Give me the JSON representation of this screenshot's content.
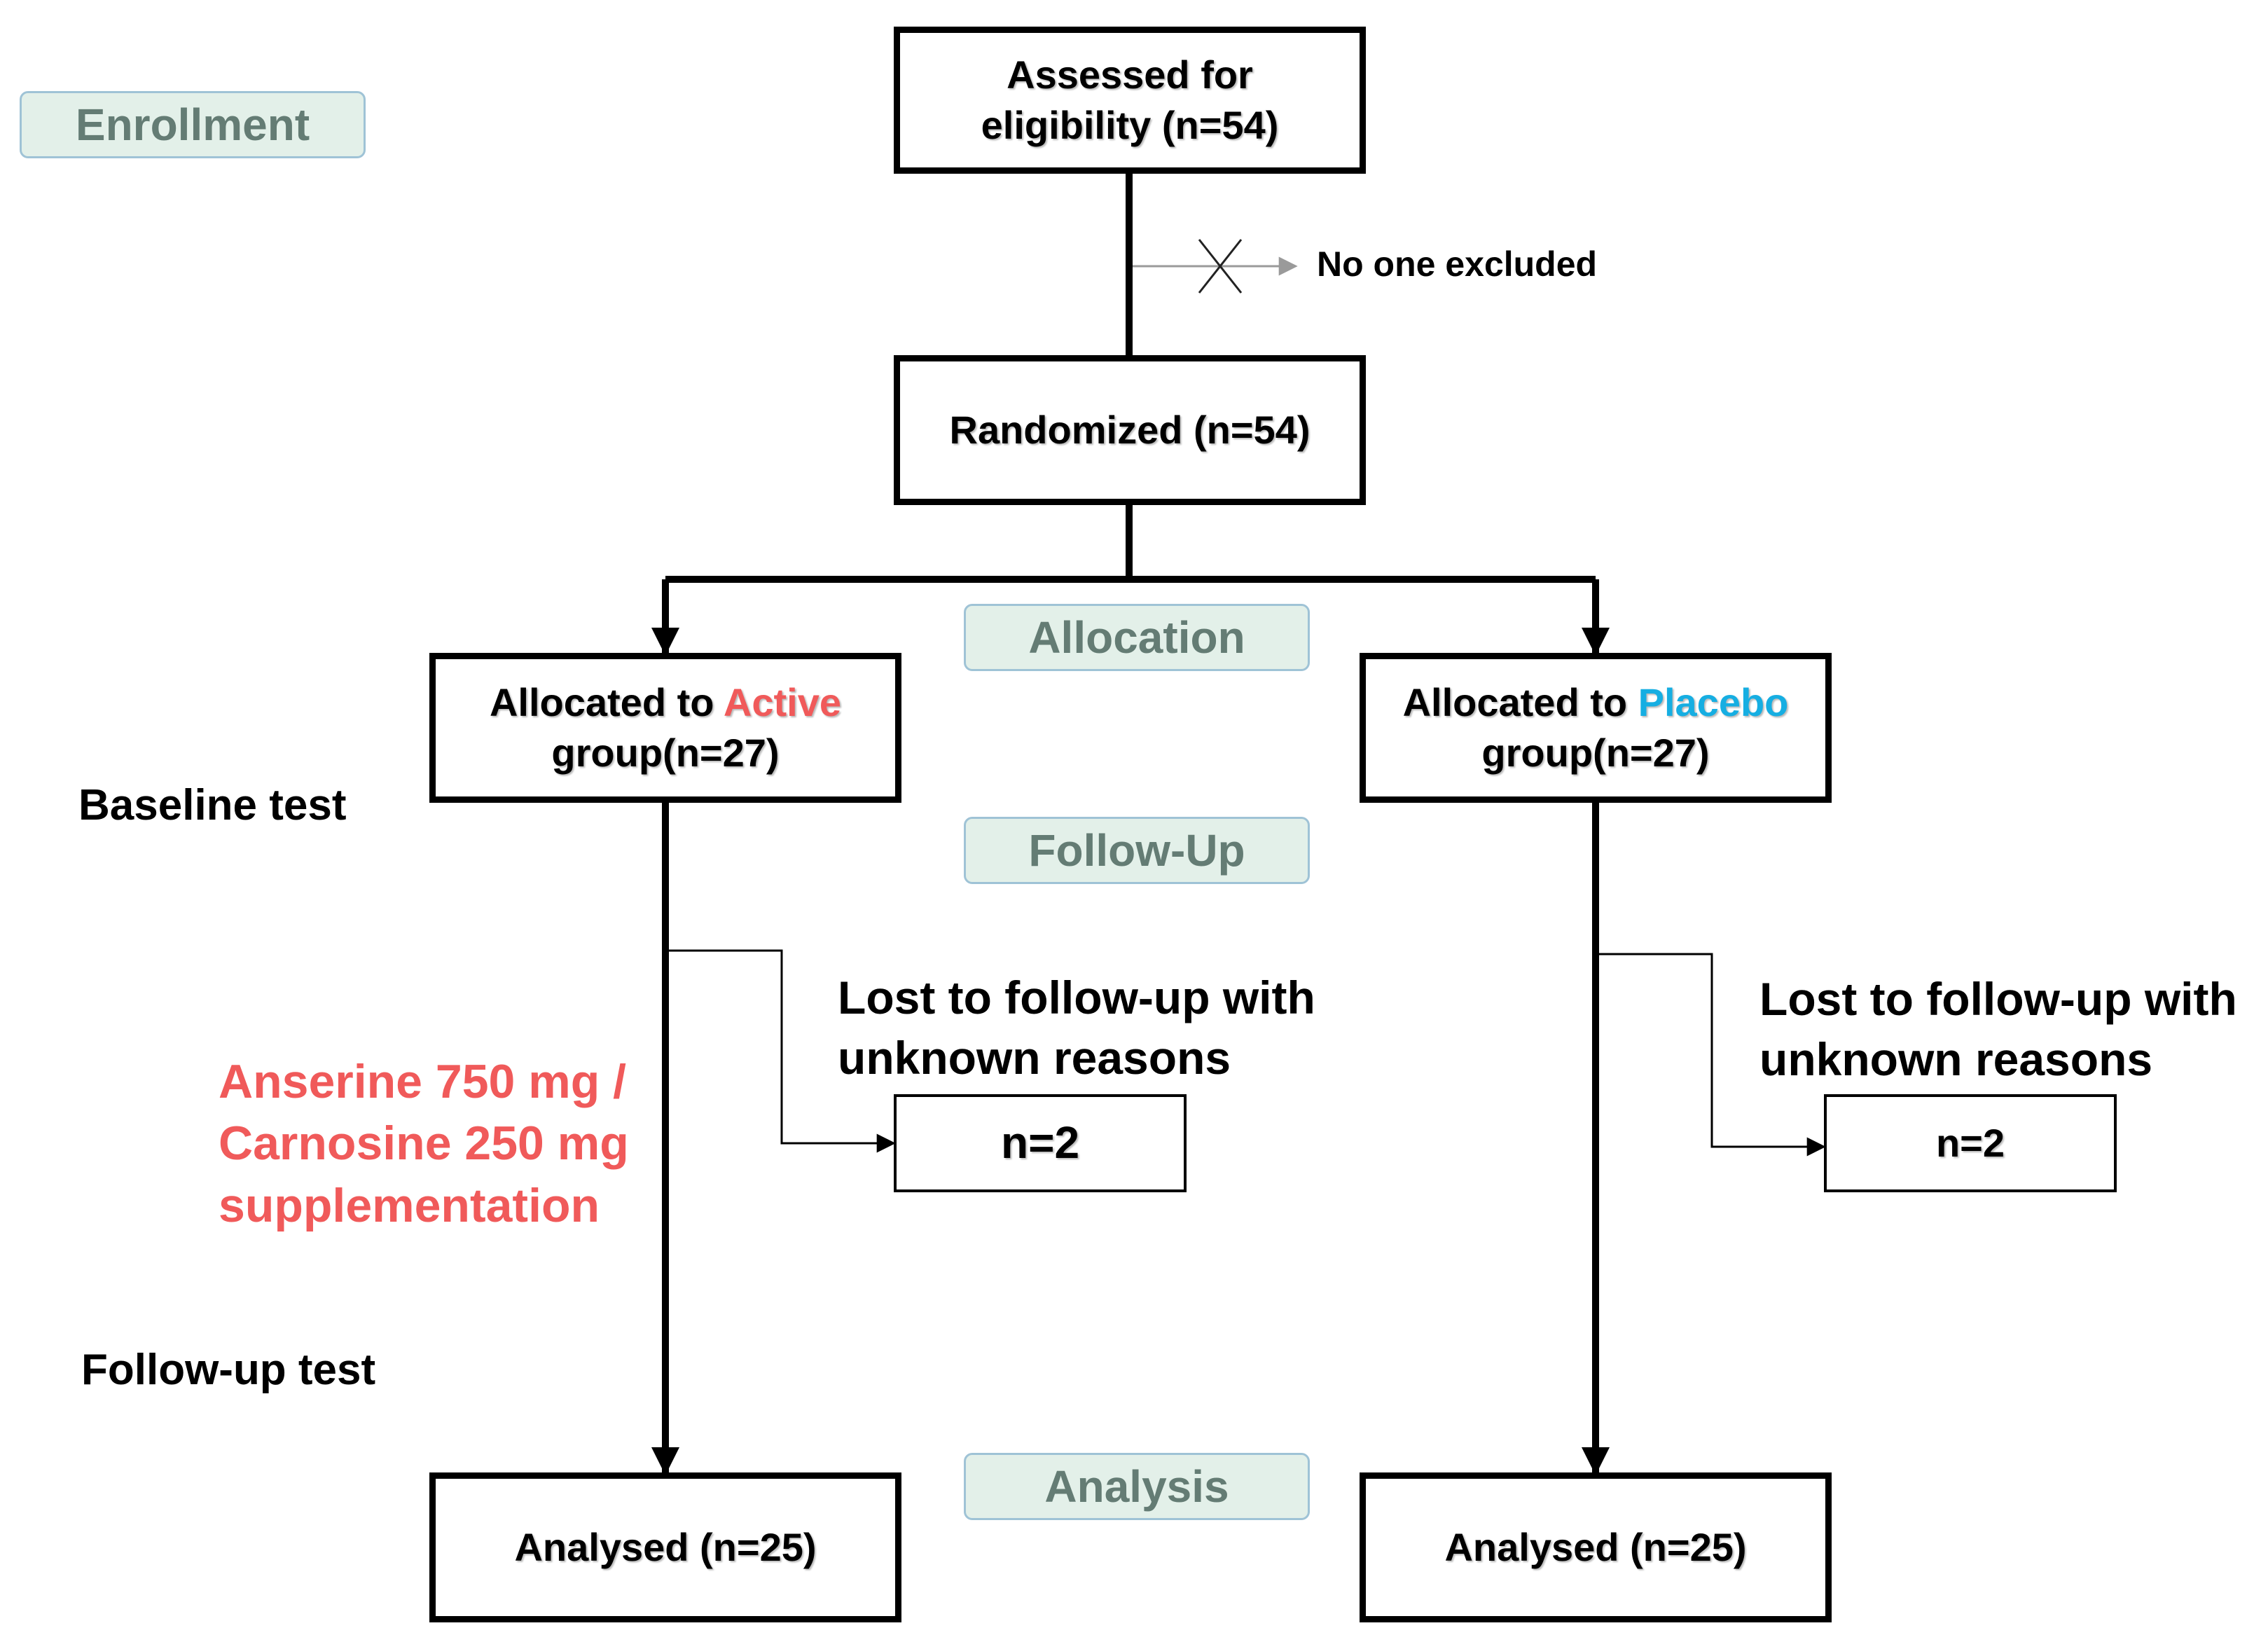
{
  "stages": {
    "enrollment": "Enrollment",
    "allocation": "Allocation",
    "follow_up": "Follow-Up",
    "analysis": "Analysis"
  },
  "boxes": {
    "assessed": {
      "line1": "Assessed for",
      "line2": "eligibility (n=54)"
    },
    "randomized": "Randomized (n=54)",
    "active": {
      "prefix": "Allocated to ",
      "group": "Active",
      "line2": "group(n=27)"
    },
    "placebo": {
      "prefix": "Allocated to ",
      "group": "Placebo",
      "line2": "group(n=27)"
    },
    "lost_active_count": "n=2",
    "lost_placebo_count": "n=2",
    "analysed_active": "Analysed (n=25)",
    "analysed_placebo": "Analysed (n=25)"
  },
  "notes": {
    "excluded": "No one excluded",
    "baseline": "Baseline test",
    "followup_test": "Follow-up test",
    "lost_active": {
      "line1": "Lost to follow-up with",
      "line2": "unknown reasons"
    },
    "lost_placebo": {
      "line1": "Lost to follow-up with",
      "line2": "unknown reasons"
    },
    "supplement": {
      "line1": "Anserine 750 mg /",
      "line2": "Carnosine 250 mg",
      "line3": "supplementation"
    }
  },
  "colors": {
    "active": "#f05a5a",
    "placebo": "#16aee2",
    "stage_fill": "#e3f0e9",
    "stage_border": "#9fc3d6",
    "stage_text": "#647c74"
  }
}
